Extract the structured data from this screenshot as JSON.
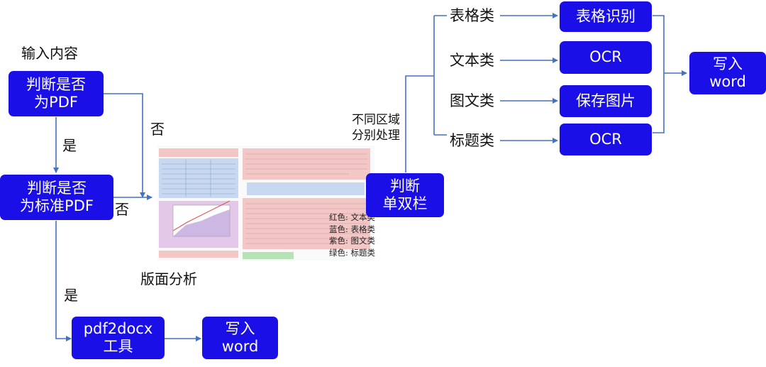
{
  "labels": {
    "input_content": "输入内容",
    "no_1": "否",
    "yes_1": "是",
    "no_2": "否",
    "yes_2": "是",
    "layout_analysis": "版面分析",
    "region_process": "不同区域\n分别处理"
  },
  "boxes": {
    "is_pdf": "判断是否\n为PDF",
    "is_standard_pdf": "判断是否\n为标准PDF",
    "pdf2docx": "pdf2docx\n工具",
    "write_word_bottom": "写入\nword",
    "single_double": "判断\n单双栏",
    "table_recognition": "表格识别",
    "ocr_1": "OCR",
    "save_image": "保存图片",
    "ocr_2": "OCR",
    "write_word_right": "写入\nword"
  },
  "categories": {
    "table": "表格类",
    "text": "文本类",
    "image_text": "图文类",
    "title": "标题类"
  },
  "legend": "红色: 文本类\n蓝色: 表格类\n紫色: 图文类\n绿色: 标题类",
  "colors": {
    "box": "#1a0fe6",
    "arrow": "#4472c4",
    "text_region": "#f4c7c7",
    "table_region": "#c8d8f0",
    "figure_region": "#e3c8ea",
    "title_region": "#b5e3b5"
  }
}
